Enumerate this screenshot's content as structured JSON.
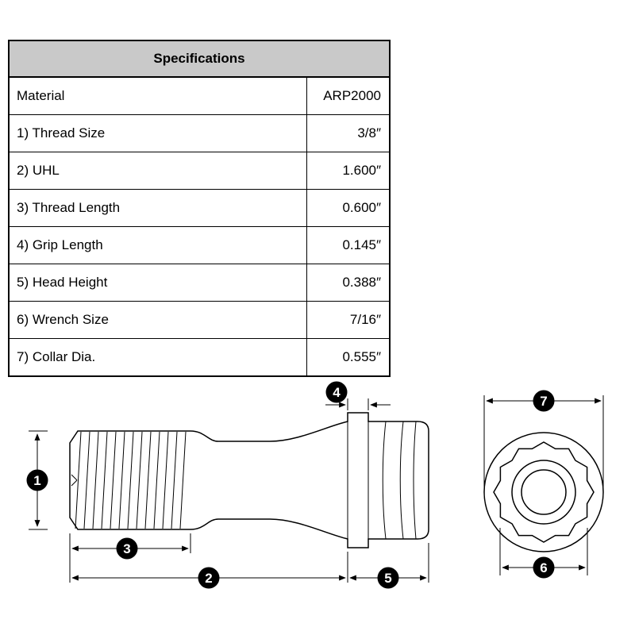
{
  "table": {
    "title": "Specifications",
    "rows": [
      {
        "label": "Material",
        "value": "ARP2000"
      },
      {
        "label": "1) Thread Size",
        "value": "3/8″"
      },
      {
        "label": "2) UHL",
        "value": "1.600″"
      },
      {
        "label": "3) Thread Length",
        "value": "0.600″"
      },
      {
        "label": "4) Grip Length",
        "value": "0.145″"
      },
      {
        "label": "5) Head Height",
        "value": "0.388″"
      },
      {
        "label": "6) Wrench Size",
        "value": "7/16″"
      },
      {
        "label": "7) Collar Dia.",
        "value": "0.555″"
      }
    ]
  },
  "diagram": {
    "callouts": {
      "c1": "1",
      "c2": "2",
      "c3": "3",
      "c4": "4",
      "c5": "5",
      "c6": "6",
      "c7": "7"
    }
  },
  "colors": {
    "header_bg": "#c9c9c9",
    "line": "#000000",
    "background": "#ffffff"
  }
}
